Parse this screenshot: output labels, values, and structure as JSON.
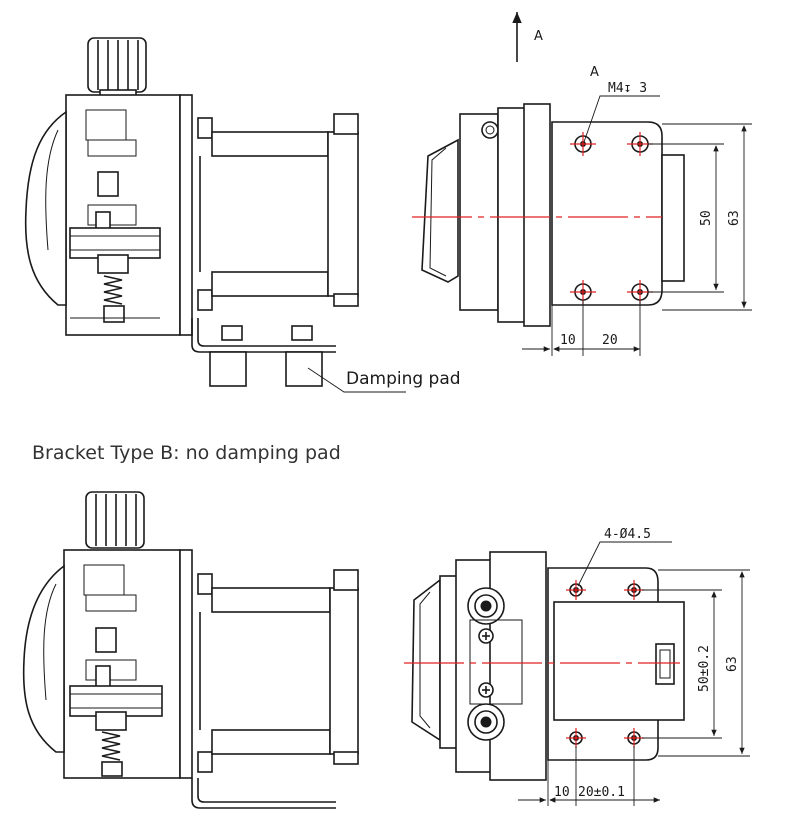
{
  "top_view": {
    "arrow_label": "A",
    "hole_ref_label": "A",
    "hole_callout": "M4↧ 3",
    "dim_vertical_inner": "50",
    "dim_vertical_outer": "63",
    "dim_horizontal_left": "10",
    "dim_horizontal_right": "20",
    "damping_pad_label": "Damping pad"
  },
  "section_caption": "Bracket Type B: no damping pad",
  "bottom_view": {
    "hole_callout": "4-Ø4.5",
    "dim_vertical_inner": "50±0.2",
    "dim_vertical_outer": "63",
    "dim_horizontal_left": "10",
    "dim_horizontal_right": "20±0.1"
  },
  "colors": {
    "line": "#1a1a1a",
    "centerline": "#e02020"
  }
}
